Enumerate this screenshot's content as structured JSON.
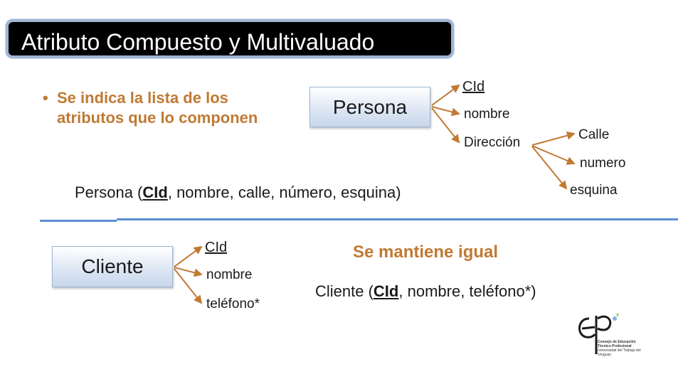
{
  "title": "Atributo Compuesto y Multivaluado",
  "bullet": {
    "symbol": "•",
    "text": "Se indica la lista de los atributos que lo componen"
  },
  "persona_diagram": {
    "entity": "Persona",
    "attributes": [
      "CId",
      "nombre",
      "Dirección"
    ],
    "direccion_components": [
      "Calle",
      "numero",
      "esquina"
    ]
  },
  "persona_relation": {
    "prefix": "Persona (",
    "key": "CId",
    "suffix": ", nombre, calle, número, esquina)"
  },
  "cliente_diagram": {
    "entity": "Cliente",
    "attributes": [
      "CId",
      "nombre",
      "teléfono*"
    ]
  },
  "note": "Se mantiene igual",
  "cliente_relation": {
    "prefix": "Cliente (",
    "key": "CId",
    "suffix": ", nombre, teléfono*)"
  },
  "logo": {
    "line1": "Consejo de Educación",
    "line2": "Técnico Profesional",
    "line3": "Universidad del Trabajo del Uruguay"
  },
  "colors": {
    "accent_orange": "#c07a33",
    "divider_blue": "#5b8fd0",
    "title_bg": "#000000",
    "entity_fill": "#dbe5f3"
  }
}
